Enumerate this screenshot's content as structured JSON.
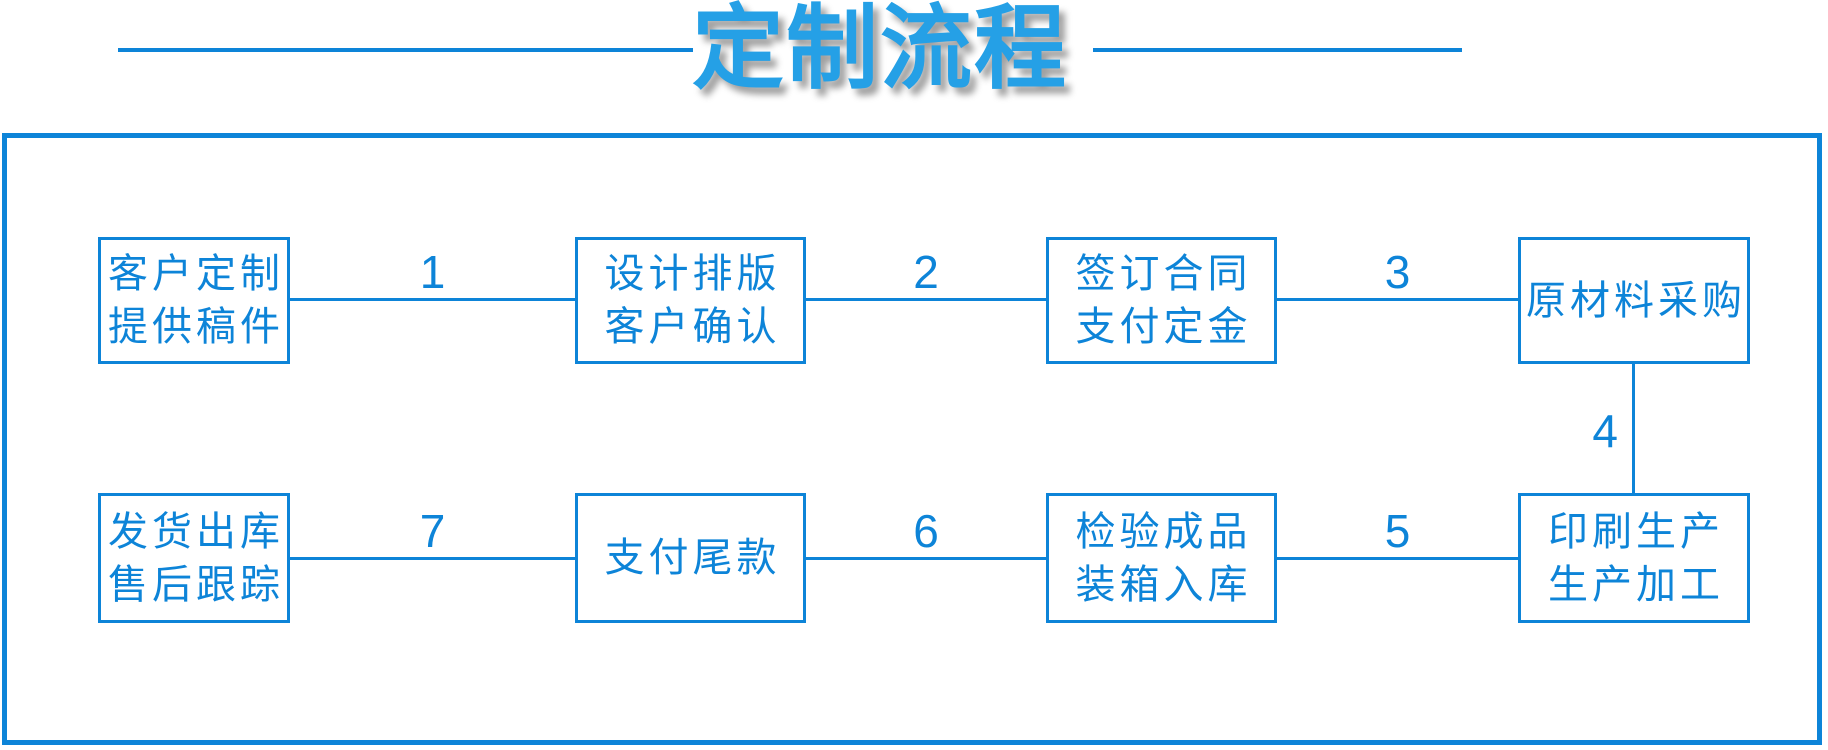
{
  "colors": {
    "line_blue": "#0d84d8",
    "title_blue": "#25a0e6"
  },
  "title": {
    "text": "定制流程"
  },
  "flow": {
    "nodes": [
      {
        "line1": "客户定制",
        "line2": "提供稿件"
      },
      {
        "line1": "设计排版",
        "line2": "客户确认"
      },
      {
        "line1": "签订合同",
        "line2": "支付定金"
      },
      {
        "line1": "原材料采购"
      },
      {
        "line1": "印刷生产",
        "line2": "生产加工"
      },
      {
        "line1": "检验成品",
        "line2": "装箱入库"
      },
      {
        "line1": "支付尾款"
      },
      {
        "line1": "发货出库",
        "line2": "售后跟踪"
      }
    ],
    "connectors": [
      {
        "label": "1",
        "from": "客户定制提供稿件",
        "to": "设计排版客户确认"
      },
      {
        "label": "2",
        "from": "设计排版客户确认",
        "to": "签订合同支付定金"
      },
      {
        "label": "3",
        "from": "签订合同支付定金",
        "to": "原材料采购"
      },
      {
        "label": "4",
        "from": "原材料采购",
        "to": "印刷生产生产加工"
      },
      {
        "label": "5",
        "from": "印刷生产生产加工",
        "to": "检验成品装箱入库"
      },
      {
        "label": "6",
        "from": "检验成品装箱入库",
        "to": "支付尾款"
      },
      {
        "label": "7",
        "from": "支付尾款",
        "to": "发货出库售后跟踪"
      }
    ]
  }
}
